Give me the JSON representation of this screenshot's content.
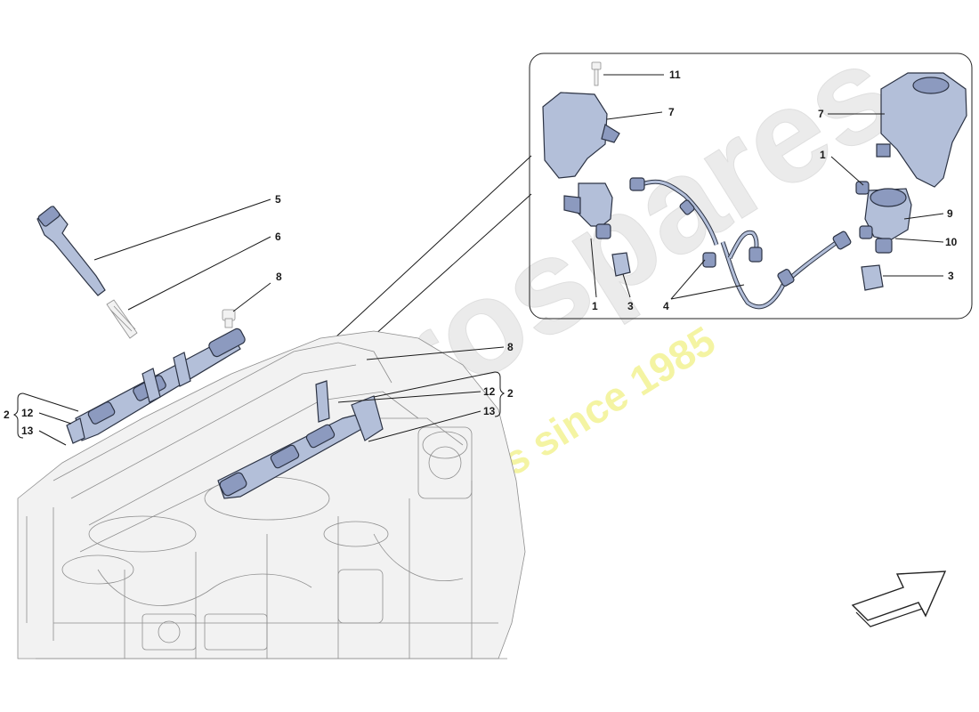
{
  "watermark": {
    "brand": "eurospares",
    "tagline": "a passion for parts since 1985",
    "brand_color": "#e6e6e6",
    "tagline_color": "#f0f08a"
  },
  "colors": {
    "part_fill": "#b3bfd9",
    "part_stroke": "#2c3344",
    "engine_line": "#8e8e8e",
    "callout_text": "#1a1a1a"
  },
  "inset": {
    "callouts": {
      "c11": "11",
      "c7_left": "7",
      "c7_right": "7",
      "c1_right": "1",
      "c9": "9",
      "c10": "10",
      "c3_right": "3",
      "c1_bottom": "1",
      "c3_bottom": "3",
      "c4": "4"
    }
  },
  "main": {
    "callouts": {
      "c5": "5",
      "c6": "6",
      "c8_top": "8",
      "c8_mid": "8",
      "c2_left": "2",
      "c12_left": "12",
      "c13_left": "13",
      "c12_right": "12",
      "c2_right": "2",
      "c13_right": "13"
    }
  },
  "icons": {
    "orientation_arrow": "orientation-arrow-icon"
  }
}
